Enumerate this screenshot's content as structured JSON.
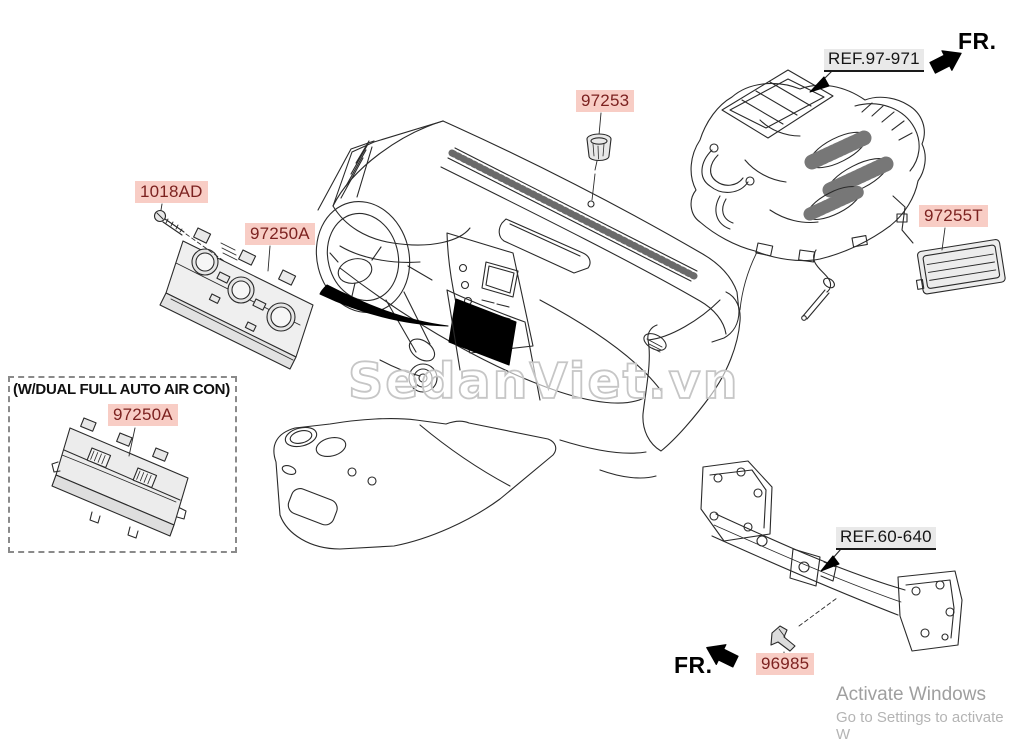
{
  "diagram": {
    "fr_top": "FR.",
    "fr_bottom": "FR.",
    "callouts": {
      "ref_heater_unit": "REF.97-971",
      "grommet": "97253",
      "screw": "1018AD",
      "control_panel": "97250A",
      "amplifier_module": "97255T",
      "ref_crossmember": "REF.60-640",
      "clip": "96985",
      "dual_control_panel": "97250A",
      "dual_box_title": "(W/DUAL FULL AUTO AIR CON)"
    },
    "watermark": "SedanViet.vn",
    "os_overlay": {
      "title": "Activate Windows",
      "subtitle": "Go to Settings to activate W"
    },
    "colors": {
      "part_label_bg": "#f8cdc5",
      "part_label_text": "#7c2220",
      "ref_label_bg": "#e9e9e9",
      "line_art": "#2a2a2a",
      "watermark_stroke": "#c6c6c6",
      "os_text": "#9f9f9f"
    }
  }
}
